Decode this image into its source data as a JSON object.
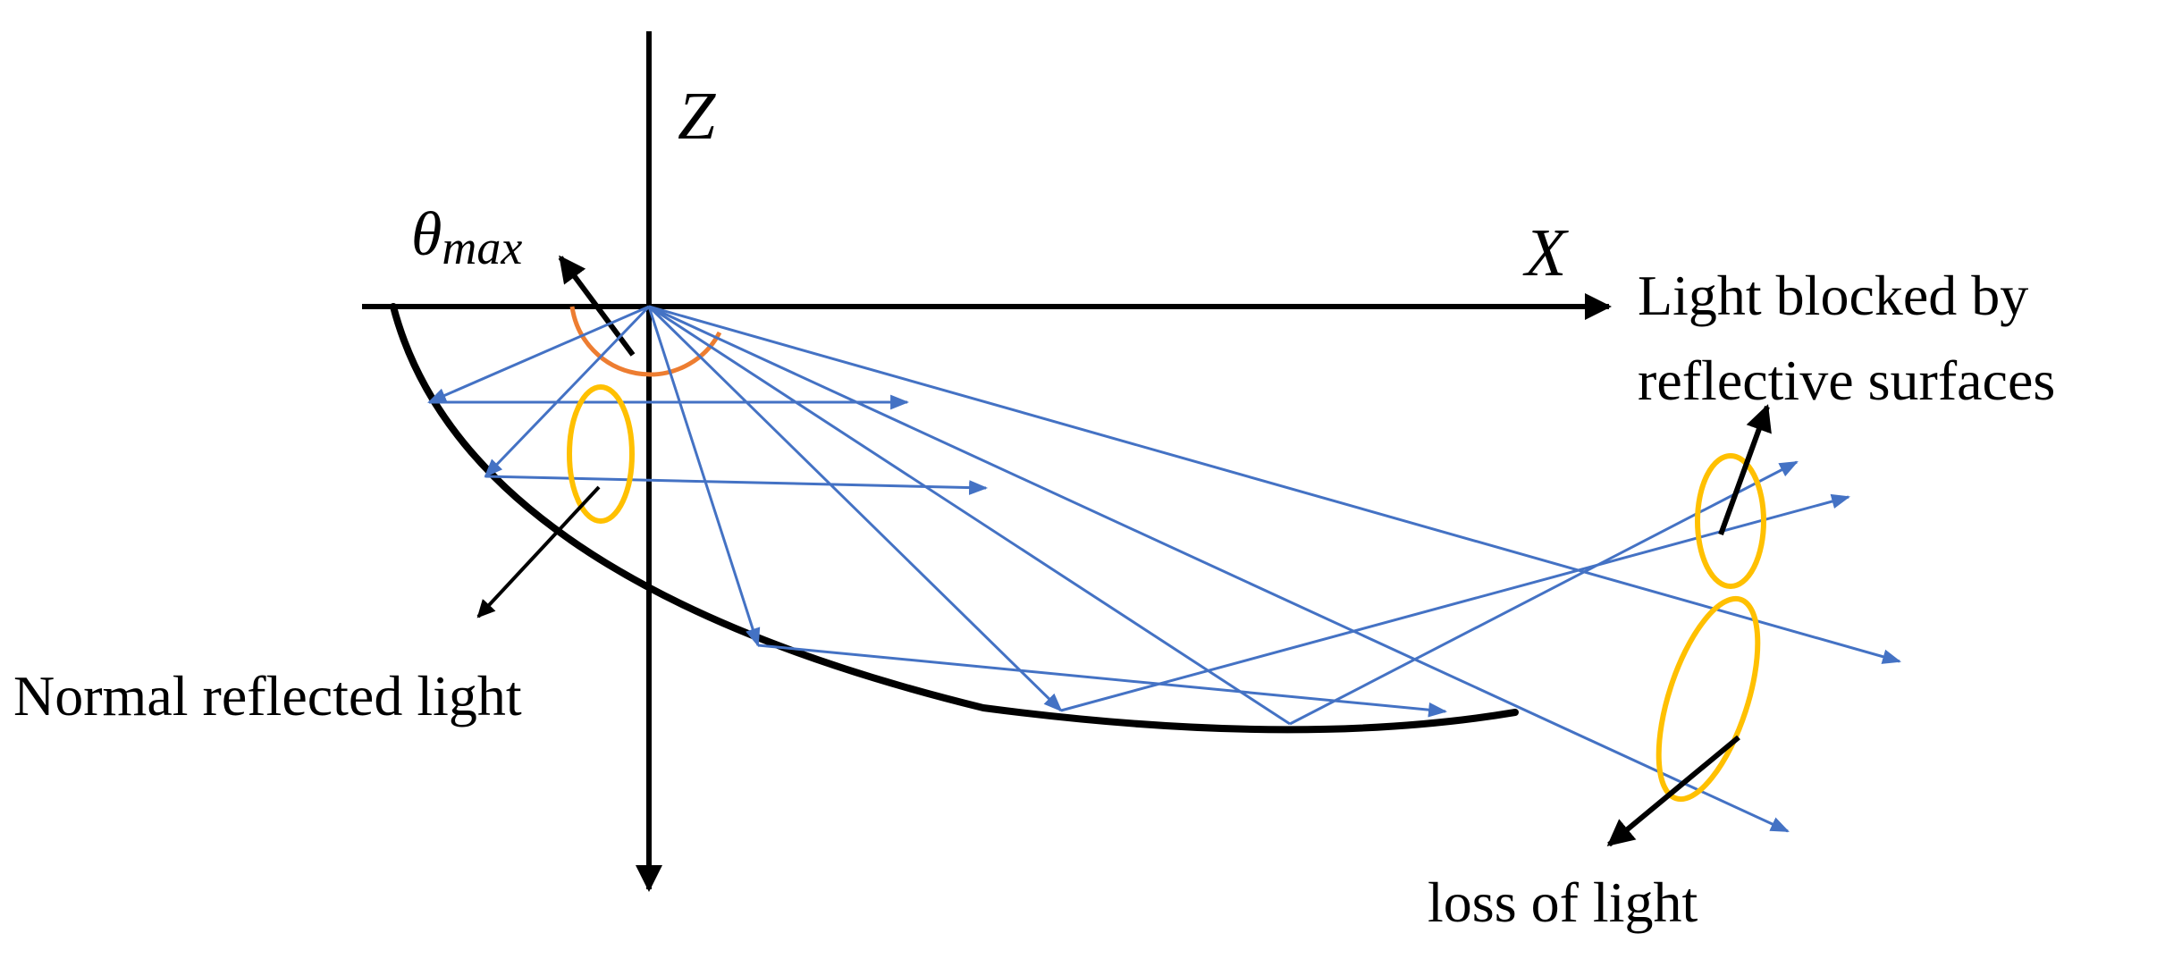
{
  "labels": {
    "z_axis": "Z",
    "x_axis": "X",
    "theta_base": "θ",
    "theta_sub": "max",
    "blocked_line1": "Light blocked by",
    "blocked_line2": "reflective surfaces",
    "normal": "Normal reflected light",
    "loss": "loss of light"
  },
  "colors": {
    "axis": "#000000",
    "mirror": "#000000",
    "ray": "#4472C4",
    "highlight": "#FFC000",
    "angle_arc": "#ED7D31"
  }
}
